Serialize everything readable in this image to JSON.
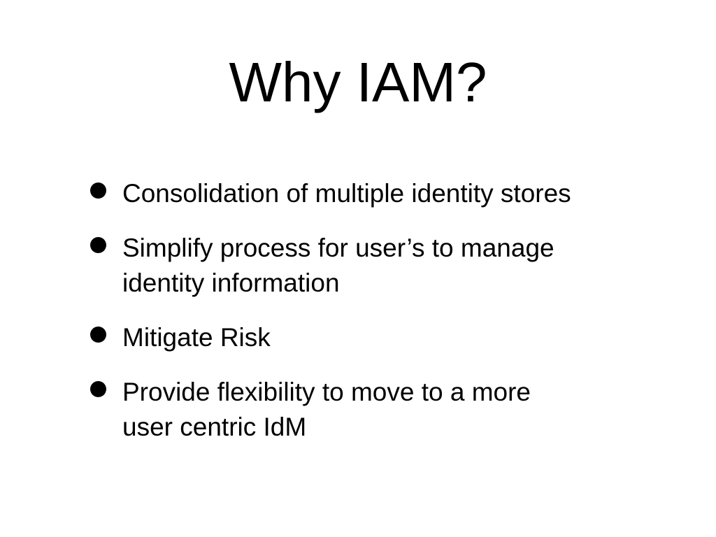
{
  "slide": {
    "title": "Why IAM?",
    "bullets": [
      {
        "lines": [
          "Consolidation of multiple identity stores"
        ]
      },
      {
        "lines": [
          "Simplify process for user’s to manage",
          "identity information"
        ]
      },
      {
        "lines": [
          "Mitigate Risk"
        ]
      },
      {
        "lines": [
          "Provide flexibility to move to a more",
          "user centric IdM"
        ]
      }
    ]
  },
  "colors": {
    "background": "#ffffff",
    "text": "#000000"
  },
  "icons": {
    "bullet": "bullet-dot-icon"
  }
}
